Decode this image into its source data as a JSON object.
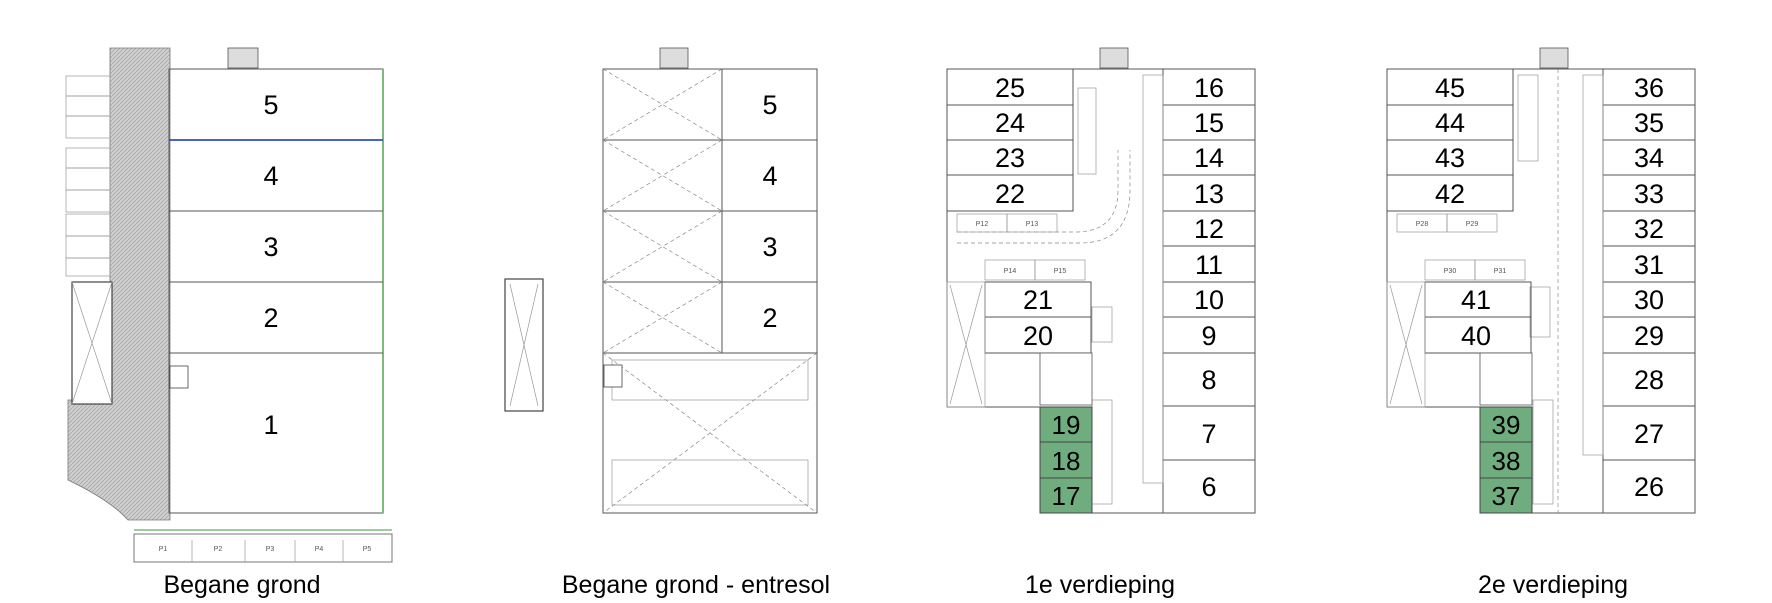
{
  "colors": {
    "wall": "#555555",
    "hatch": "#bfbfbf",
    "highlight_green": "#6fad7f",
    "blue_line": "#2b4fbf",
    "landscape": "#7dbb7d"
  },
  "plans": [
    {
      "caption": "Begane grond",
      "units": [
        "5",
        "4",
        "3",
        "2",
        "1"
      ],
      "parking": [
        "P1",
        "P2",
        "P3",
        "P4",
        "P5"
      ]
    },
    {
      "caption": "Begane grond - entresol",
      "units": [
        "5",
        "4",
        "3",
        "2"
      ]
    },
    {
      "caption": "1e verdieping",
      "units_left": [
        "25",
        "24",
        "23",
        "22"
      ],
      "units_right": [
        "16",
        "15",
        "14",
        "13",
        "12",
        "11",
        "10",
        "9",
        "8",
        "7",
        "6"
      ],
      "units_mid": [
        "21",
        "20"
      ],
      "units_green": [
        "19",
        "18",
        "17"
      ],
      "parking_top": [
        "P12",
        "P13"
      ],
      "parking_mid": [
        "P14",
        "P15"
      ]
    },
    {
      "caption": "2e verdieping",
      "units_left": [
        "45",
        "44",
        "43",
        "42"
      ],
      "units_right": [
        "36",
        "35",
        "34",
        "33",
        "32",
        "31",
        "30",
        "29",
        "28",
        "27",
        "26"
      ],
      "units_mid": [
        "41",
        "40"
      ],
      "units_green": [
        "39",
        "38",
        "37"
      ],
      "parking_top": [
        "P28",
        "P29"
      ],
      "parking_mid": [
        "P30",
        "P31"
      ]
    }
  ]
}
